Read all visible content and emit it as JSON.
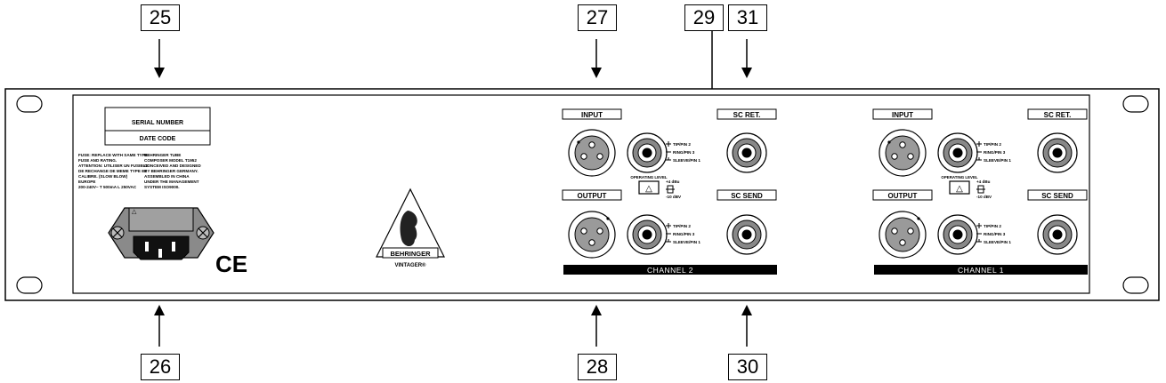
{
  "callouts": [
    "25",
    "26",
    "27",
    "28",
    "29",
    "30",
    "31"
  ],
  "label_area": {
    "serial_number": "SERIAL NUMBER",
    "date_code": "DATE CODE",
    "warning_lines": [
      "FUSE: REPLACE WITH SAME TYPE",
      "FUSE AND RATING.",
      "ATTENTION: UTILISER UN FUSIBLE",
      "DE RECHANGE DE MEME TYPE ET",
      "CALIBRE. (SLOW BLOW)",
      "EUROPE",
      "200-240V~ T 500mA L 250VAC"
    ],
    "info_lines": [
      "BEHRINGER TUBE",
      "COMPOSER MODEL T1952",
      "CONCEIVED AND DESIGNED",
      "BY BEHRINGER GERMANY.",
      "ASSEMBLED IN CHINA",
      "UNDER THE MANAGEMENT",
      "SYSTEM ISO9000."
    ]
  },
  "ce_mark": "CE",
  "brand": {
    "name": "BEHRINGER",
    "model": "VINTAGER®"
  },
  "channels": [
    {
      "name": "CHANNEL 2",
      "input_label": "INPUT",
      "output_label": "OUTPUT",
      "sc_ret_label": "SC RET.",
      "sc_send_label": "SC SEND",
      "pin_legend": [
        "TIP/PIN 2",
        "RING/PIN 3",
        "SLEEVE/PIN 1"
      ],
      "operating_level": "OPERATING LEVEL",
      "level_high": "+4 dBu",
      "level_low": "-10 dBV"
    },
    {
      "name": "CHANNEL 1",
      "input_label": "INPUT",
      "output_label": "OUTPUT",
      "sc_ret_label": "SC RET.",
      "sc_send_label": "SC SEND",
      "pin_legend": [
        "TIP/PIN 2",
        "RING/PIN 3",
        "SLEEVE/PIN 1"
      ],
      "operating_level": "OPERATING LEVEL",
      "level_high": "+4 dBu",
      "level_low": "-10 dBV"
    }
  ]
}
